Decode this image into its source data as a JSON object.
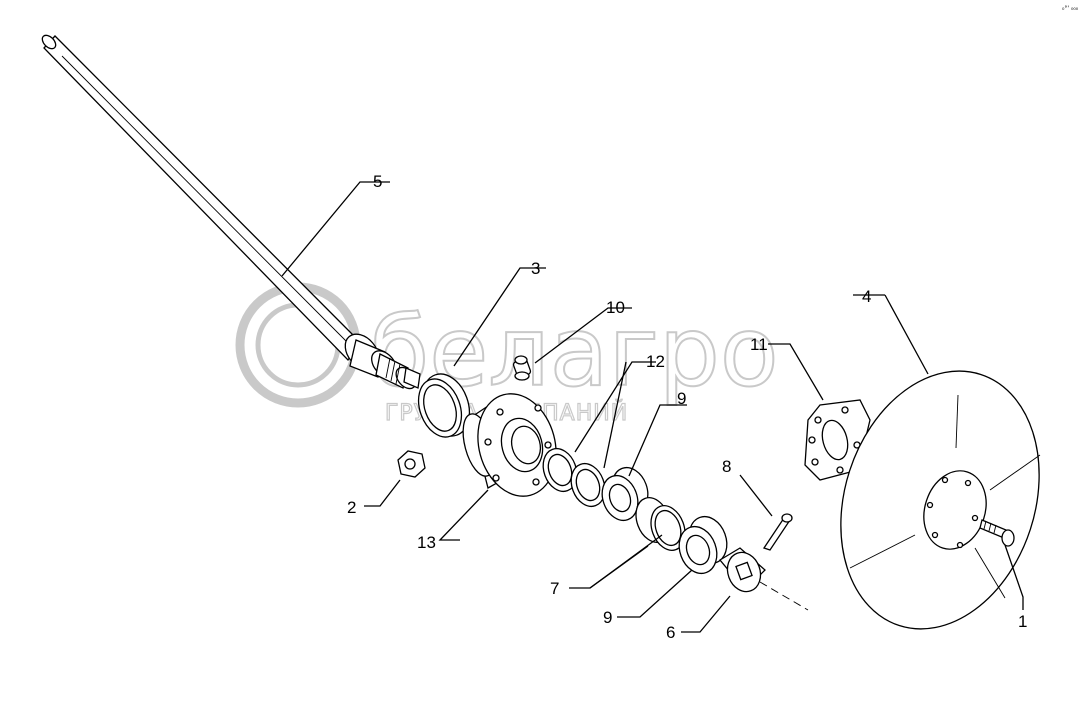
{
  "watermark": {
    "brand": "белагро",
    "subtitle": "ГРУППА КОМПАНИЙ"
  },
  "corner_mark": "₀°' ₀₀₀",
  "callouts": [
    {
      "id": "label-1",
      "text": "1"
    },
    {
      "id": "label-2",
      "text": "2"
    },
    {
      "id": "label-3",
      "text": "3"
    },
    {
      "id": "label-4",
      "text": "4"
    },
    {
      "id": "label-5",
      "text": "5"
    },
    {
      "id": "label-6",
      "text": "6"
    },
    {
      "id": "label-7",
      "text": "7"
    },
    {
      "id": "label-8",
      "text": "8"
    },
    {
      "id": "label-9-upper",
      "text": "9"
    },
    {
      "id": "label-9-lower",
      "text": "9"
    },
    {
      "id": "label-10",
      "text": "10"
    },
    {
      "id": "label-11",
      "text": "11"
    },
    {
      "id": "label-12",
      "text": "12"
    },
    {
      "id": "label-13",
      "text": "13"
    }
  ]
}
